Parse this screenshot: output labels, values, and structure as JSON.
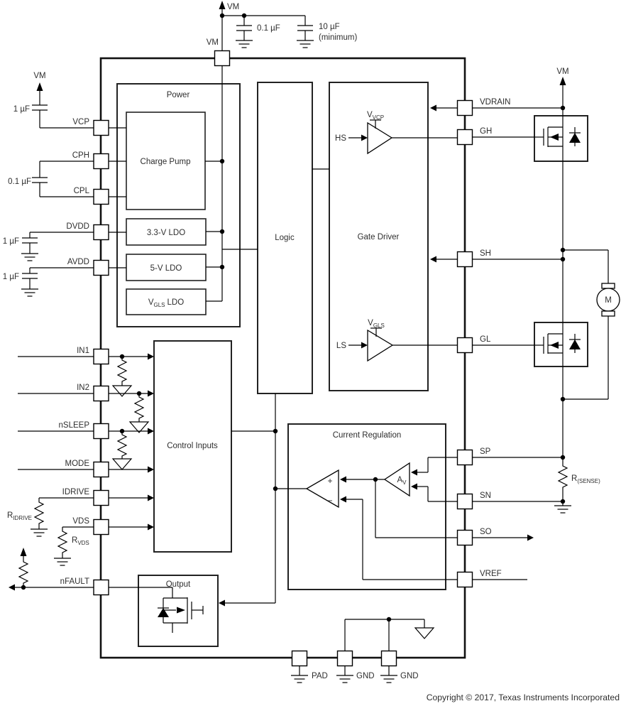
{
  "copyright": "Copyright © 2017, Texas Instruments Incorporated",
  "supplies": {
    "vm": "VM"
  },
  "blocks": {
    "power": "Power",
    "charge_pump": "Charge Pump",
    "ldo_33": "3.3-V LDO",
    "ldo_5": "5-V LDO",
    "ldo_vgls": {
      "base": "V",
      "sub": "GLS",
      "rest": "LDO"
    },
    "logic": "Logic",
    "gate_driver": "Gate Driver",
    "control_inputs": "Control Inputs",
    "current_regulation": "Current Regulation",
    "output": "Output"
  },
  "pins": {
    "top": "VM",
    "left": [
      "VCP",
      "CPH",
      "CPL",
      "DVDD",
      "AVDD",
      "IN1",
      "IN2",
      "nSLEEP",
      "MODE",
      "IDRIVE",
      "VDS",
      "nFAULT"
    ],
    "right": [
      "VDRAIN",
      "GH",
      "SH",
      "GL",
      "SP",
      "SN",
      "SO",
      "VREF"
    ],
    "bottom": [
      "PAD",
      "GND",
      "GND"
    ]
  },
  "capacitors": {
    "vm_small": "0.1 µF",
    "vm_bulk_value": "10 µF",
    "vm_bulk_note": "(minimum)",
    "vcp": "1 µF",
    "charge_pump_fly": "0.1 µF",
    "dvdd": "1 µF",
    "avdd": "1 µF"
  },
  "resistors": {
    "idrive": {
      "base": "R",
      "sub": "IDRIVE"
    },
    "vds": {
      "base": "R",
      "sub": "VDS"
    },
    "sense": {
      "base": "R",
      "sub": "(SENSE)"
    }
  },
  "gate_driver_internals": {
    "hs": "HS",
    "ls": "LS",
    "vvcp": {
      "base": "V",
      "sub": "VCP"
    },
    "vgls": {
      "base": "V",
      "sub": "GLS"
    }
  },
  "current_regulation_internals": {
    "av": {
      "base": "A",
      "sub": "V"
    },
    "plus": "+",
    "minus": "−"
  },
  "motor": "M"
}
